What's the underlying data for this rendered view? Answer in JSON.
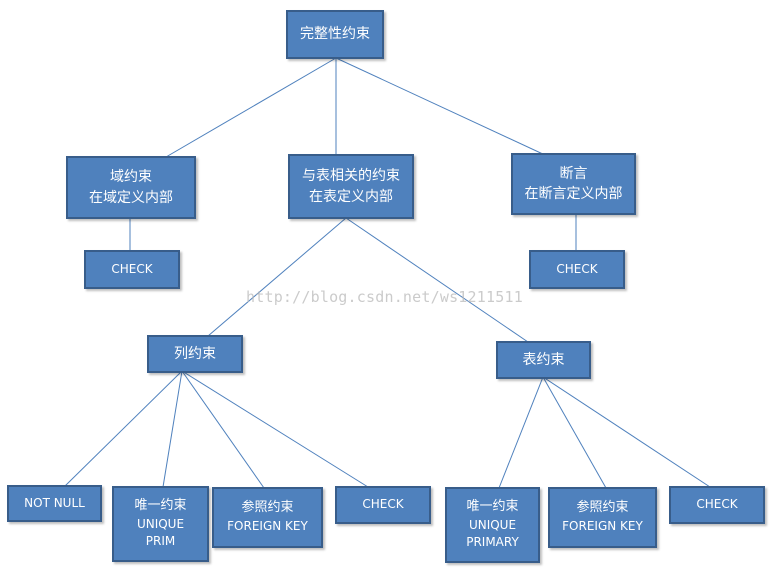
{
  "colors": {
    "node_fill": "#4f81bd",
    "node_border": "#385d8a",
    "line": "#4f81bd",
    "text": "#ffffff"
  },
  "nodes": {
    "root": [
      "完整性约束"
    ],
    "domain": [
      "域约束",
      "在域定义内部"
    ],
    "table_related": [
      "与表相关的约束",
      "在表定义内部"
    ],
    "assertion": [
      "断言",
      "在断言定义内部"
    ],
    "domain_check": [
      "CHECK"
    ],
    "assertion_check": [
      "CHECK"
    ],
    "column": [
      "列约束"
    ],
    "table": [
      "表约束"
    ],
    "col_not_null": [
      "NOT NULL"
    ],
    "col_unique": [
      "唯一约束",
      "UNIQUE",
      "PRIM"
    ],
    "col_foreign": [
      "参照约束",
      "FOREIGN KEY"
    ],
    "col_check": [
      "CHECK"
    ],
    "tbl_unique": [
      "唯一约束",
      "UNIQUE",
      "PRIMARY"
    ],
    "tbl_foreign": [
      "参照约束",
      "FOREIGN KEY"
    ],
    "tbl_check": [
      "CHECK"
    ]
  },
  "watermark": "http://blog.csdn.net/ws1211511"
}
